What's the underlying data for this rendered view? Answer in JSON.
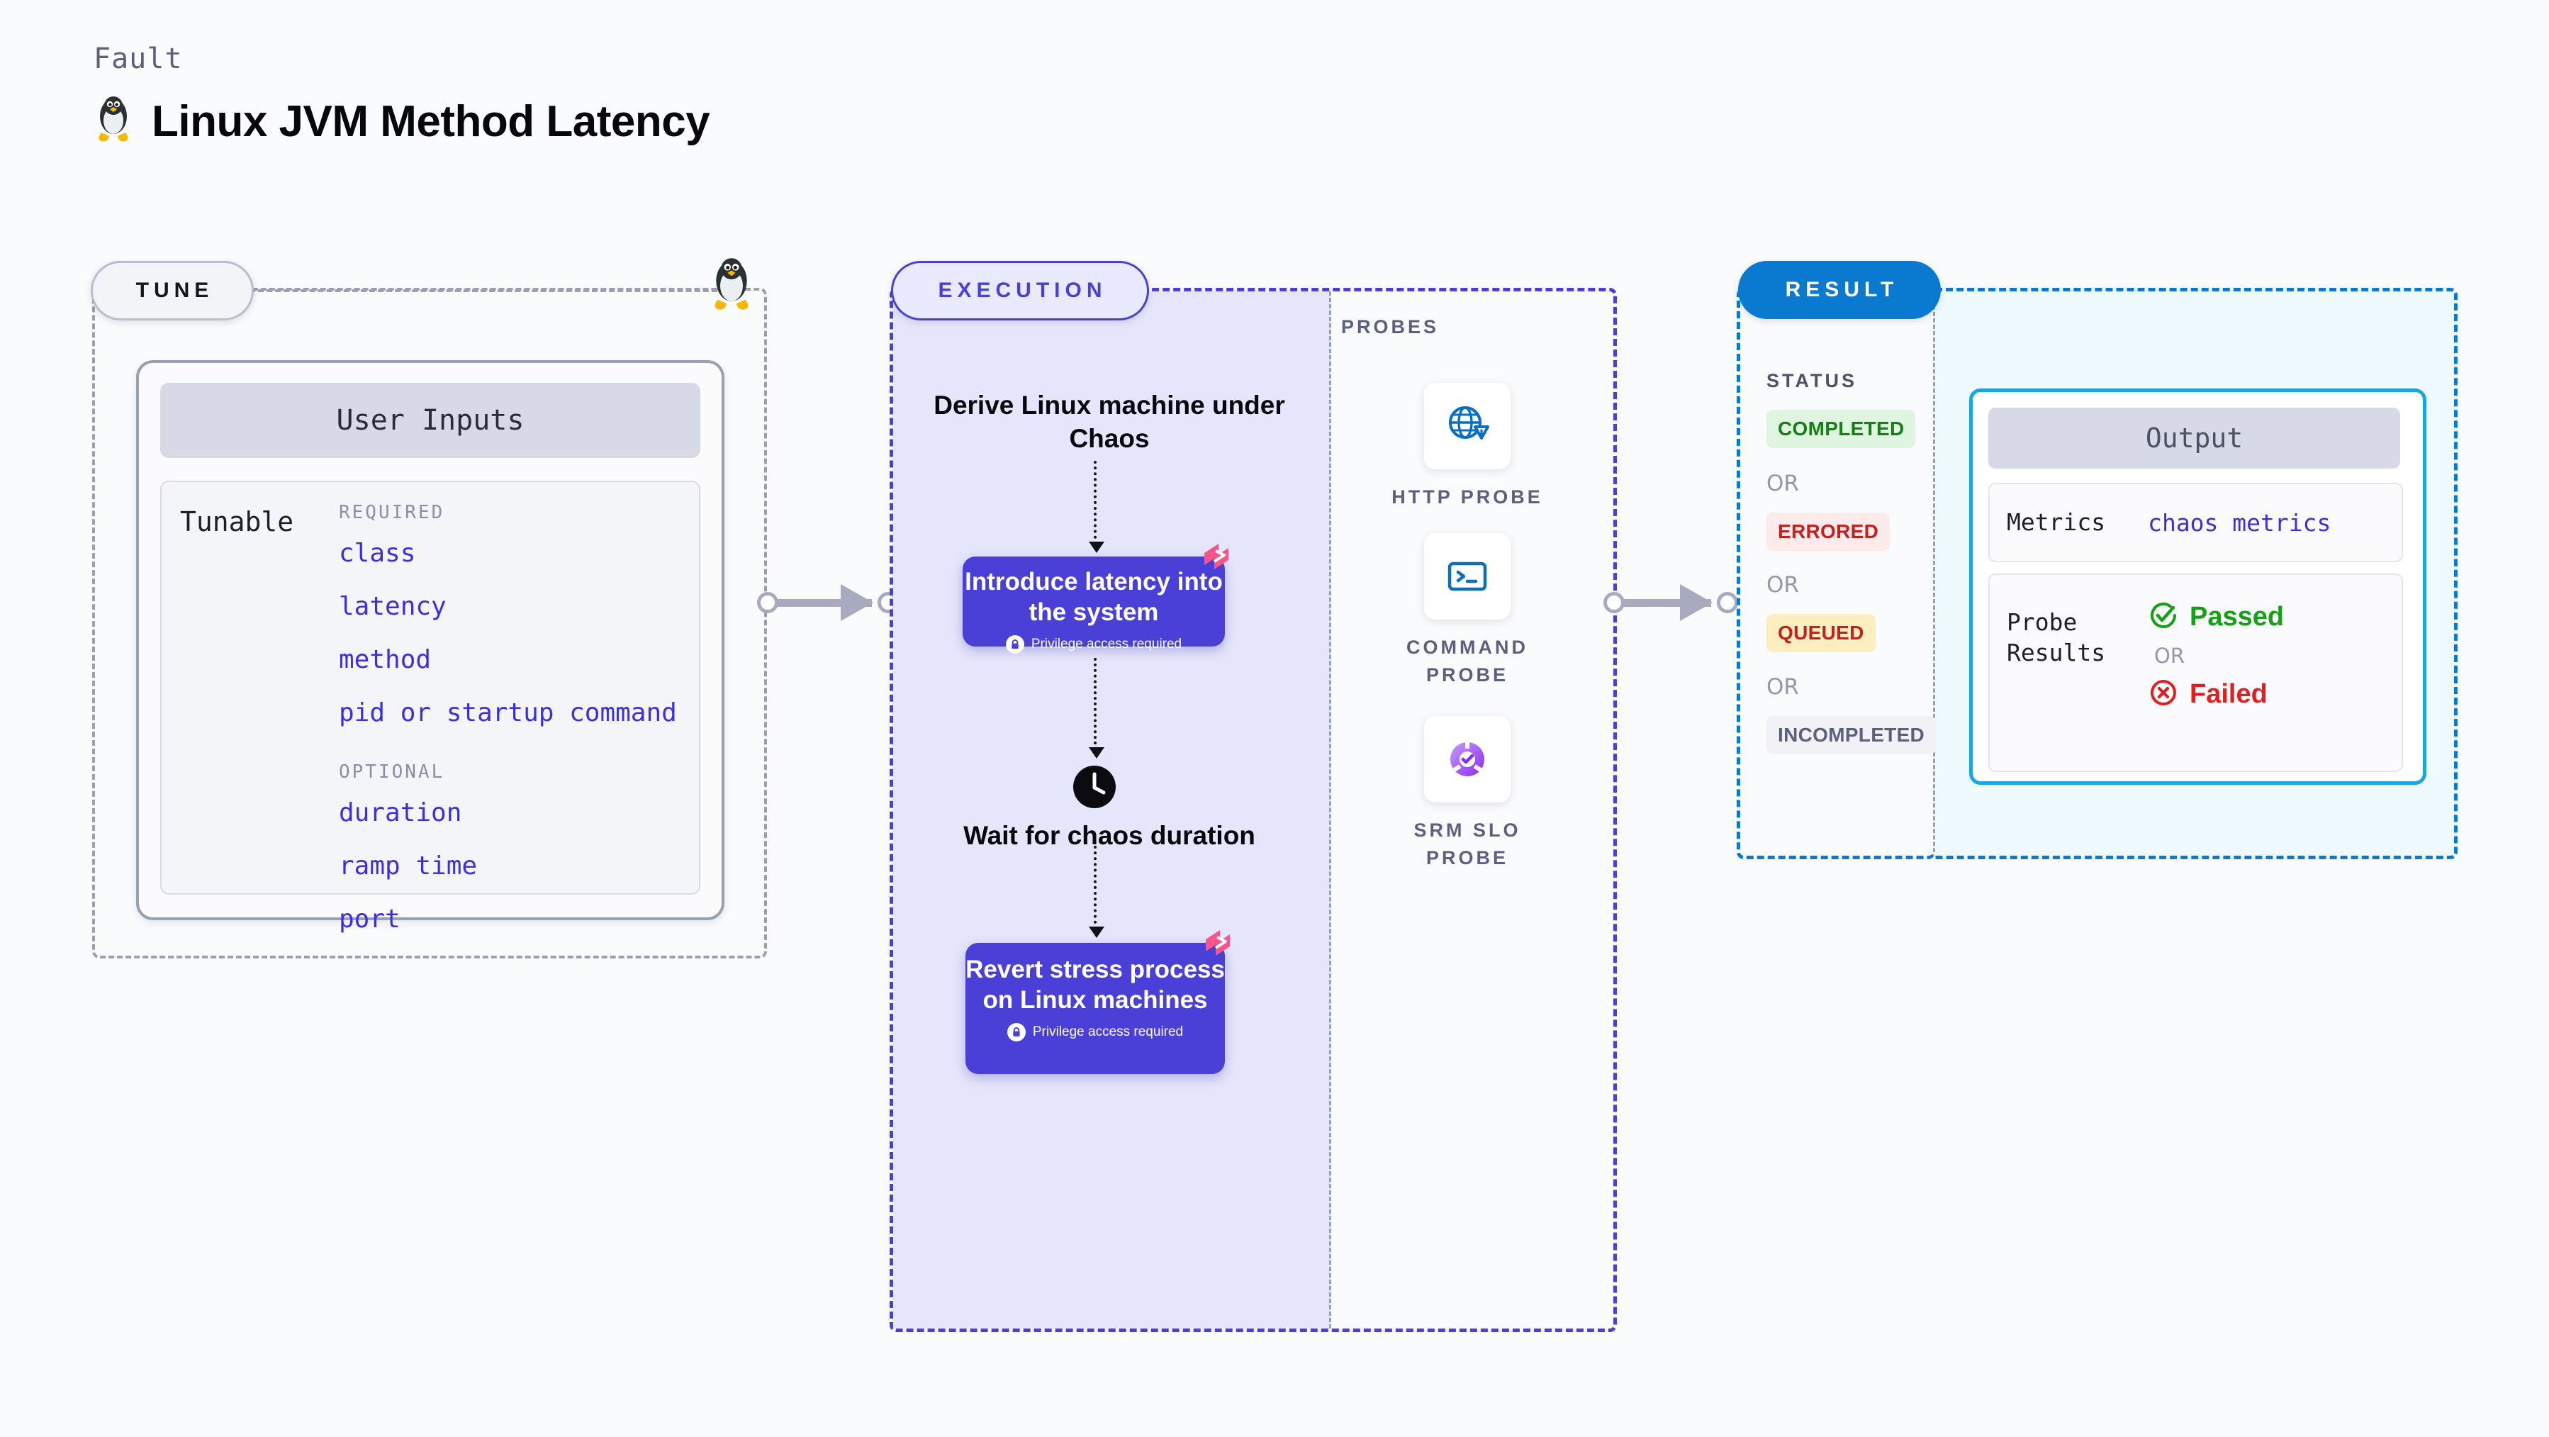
{
  "header": {
    "kicker": "Fault",
    "title": "Linux JVM Method Latency",
    "logo_icon": "linux-tux-icon"
  },
  "tune": {
    "badge": "TUNE",
    "card_title": "User Inputs",
    "tunable_label": "Tunable",
    "groups": [
      {
        "label": "REQUIRED",
        "items": [
          "class",
          "latency",
          "method",
          "pid or startup command"
        ]
      },
      {
        "label": "OPTIONAL",
        "items": [
          "duration",
          "ramp time",
          "port"
        ]
      }
    ]
  },
  "execution": {
    "badge": "EXECUTION",
    "derive_text": "Derive Linux machine under Chaos",
    "card_introduce": {
      "title": "Introduce latency into the system",
      "privilege": "Privilege access required",
      "lock_icon": "lock-icon",
      "corner_icon": "harness-logo-icon"
    },
    "wait_step": {
      "icon": "clock-icon",
      "text": "Wait for chaos duration"
    },
    "card_revert": {
      "title": "Revert stress process on Linux machines",
      "privilege": "Privilege access required",
      "lock_icon": "lock-icon",
      "corner_icon": "harness-logo-icon"
    }
  },
  "probes": {
    "label": "PROBES",
    "items": [
      {
        "caption": "HTTP PROBE",
        "icon": "globe-warning-icon"
      },
      {
        "caption": "COMMAND PROBE",
        "icon": "terminal-icon"
      },
      {
        "caption": "SRM SLO PROBE",
        "icon": "slo-donut-check-icon"
      }
    ]
  },
  "result": {
    "badge": "RESULT",
    "status_label": "STATUS",
    "or": "OR",
    "statuses": [
      {
        "label": "COMPLETED"
      },
      {
        "label": "ERRORED"
      },
      {
        "label": "QUEUED"
      },
      {
        "label": "INCOMPLETED"
      }
    ],
    "output": {
      "title": "Output",
      "metrics_key": "Metrics",
      "metrics_value": "chaos metrics",
      "probe_results_key": "Probe Results",
      "passed": "Passed",
      "failed": "Failed",
      "or": "OR",
      "passed_icon": "check-circle-icon",
      "failed_icon": "x-circle-icon"
    }
  },
  "colors": {
    "accent_purple": "#4a40d8",
    "accent_blue": "#0a7ad1",
    "output_border": "#19a6e6",
    "harness_pink": "#f9558c",
    "pass_green": "#16a016",
    "fail_red": "#e02020",
    "mono_value": "#3c2fe0"
  }
}
